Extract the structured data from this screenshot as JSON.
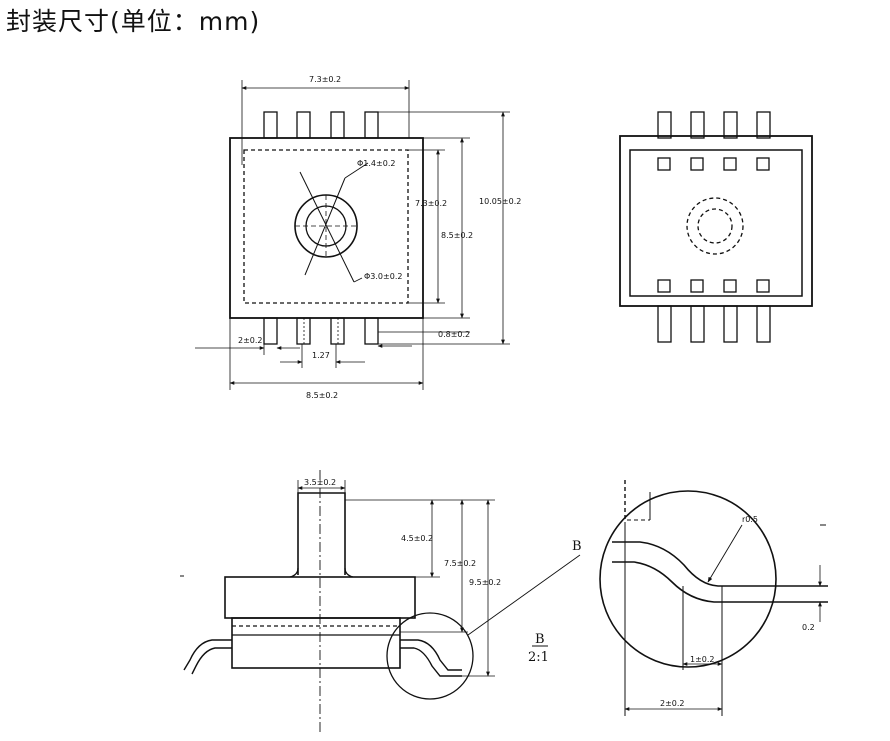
{
  "title": "封装尺寸(单位：mm)",
  "top_view": {
    "width_top": "7.3±0.2",
    "hole_outer": "Φ1.4±0.2",
    "hole_inner": "Φ3.0±0.2",
    "inner_height": "7.3±0.2",
    "body_height": "8.5±0.2",
    "total_height": "10.05±0.2",
    "pin_length": "0.8±0.2",
    "pin_offset": "2±0.2",
    "pitch": "1.27",
    "width_bottom": "8.5±0.2"
  },
  "side_view": {
    "port_width": "3.5±0.2",
    "port_height": "4.5±0.2",
    "height_mid": "7.5±0.2",
    "total_height": "9.5±0.2",
    "detail_label": "B"
  },
  "detail_view": {
    "title": "B",
    "scale": "2:1",
    "radius": "r0.5",
    "lead_thickness": "0.2",
    "lead_foot": "1±0.2",
    "lead_span": "2±0.2"
  }
}
